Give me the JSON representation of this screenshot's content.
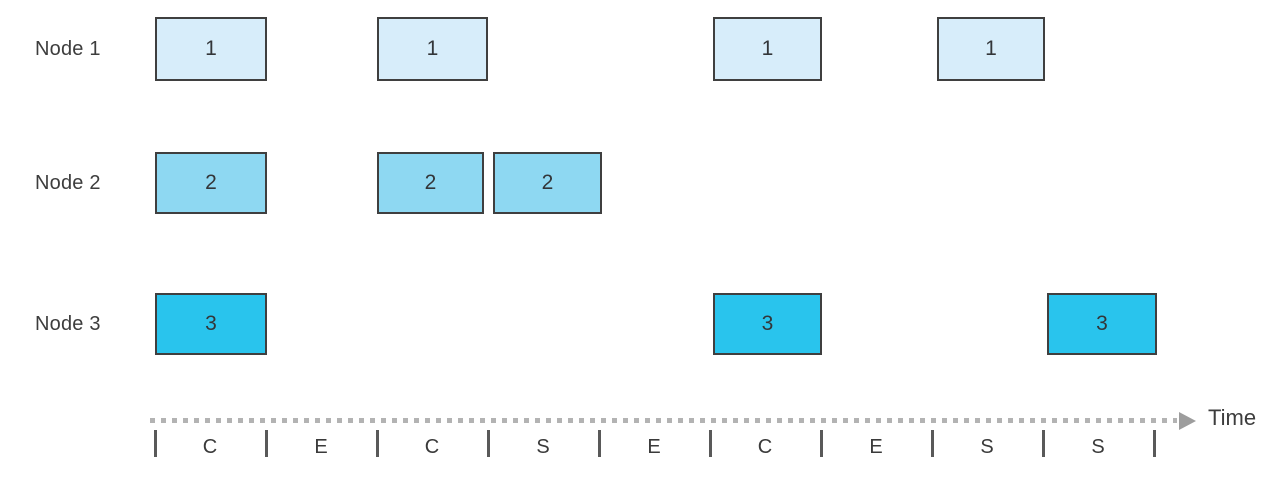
{
  "diagram": {
    "description_colors": {
      "node1_fill": "#d7edfa",
      "node2_fill": "#8ed8f2",
      "node3_fill": "#29c4ed",
      "box_border": "#3f3f3f",
      "dotted_line": "#b3b3b3",
      "arrowhead": "#9d9d9d",
      "tick": "#595959",
      "text": "#3d3d3d"
    }
  },
  "nodes": [
    {
      "label": "Node 1",
      "boxes": [
        "1",
        "1",
        "1",
        "1"
      ],
      "slot_positions": [
        0,
        2,
        5,
        7
      ]
    },
    {
      "label": "Node 2",
      "boxes": [
        "2",
        "2",
        "2"
      ],
      "slot_positions": [
        0,
        2,
        3
      ]
    },
    {
      "label": "Node 3",
      "boxes": [
        "3",
        "3",
        "3"
      ],
      "slot_positions": [
        0,
        5,
        8
      ]
    }
  ],
  "axis": {
    "label": "Time",
    "slots": [
      "C",
      "E",
      "C",
      "S",
      "E",
      "C",
      "E",
      "S",
      "S"
    ]
  }
}
